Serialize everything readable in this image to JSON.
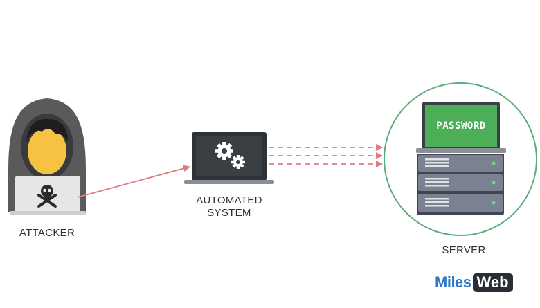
{
  "diagram": {
    "nodes": {
      "attacker": {
        "label": "ATTACKER"
      },
      "automated_system": {
        "label_lines": [
          "AUTOMATED",
          "SYSTEM"
        ]
      },
      "server": {
        "label": "SERVER",
        "screen_text": "PASSWORD"
      }
    },
    "edges": [
      {
        "from": "attacker",
        "to": "automated_system",
        "style": "solid"
      },
      {
        "from": "automated_system",
        "to": "server",
        "style": "dashed",
        "count": 3
      }
    ]
  },
  "brand": {
    "part1": "Miles",
    "part2": "Web"
  },
  "colors": {
    "arrow": "#e07a82",
    "circle": "#5aad7c",
    "password_screen": "#4cae57",
    "server_rack": "#7b8190",
    "hood": "#5a5a5d",
    "face": "#f5c242",
    "hair": "#1e1e1e",
    "laptop_dark": "#2e3236",
    "laptop_light": "#e6e6e6",
    "brand_blue": "#2d78c8",
    "brand_dark": "#2a2d33"
  },
  "icons": {
    "attacker": "hooded-hacker-icon",
    "skull": "skull-crossbones-icon",
    "gears": "gears-icon",
    "server_rack": "server-rack-icon"
  }
}
